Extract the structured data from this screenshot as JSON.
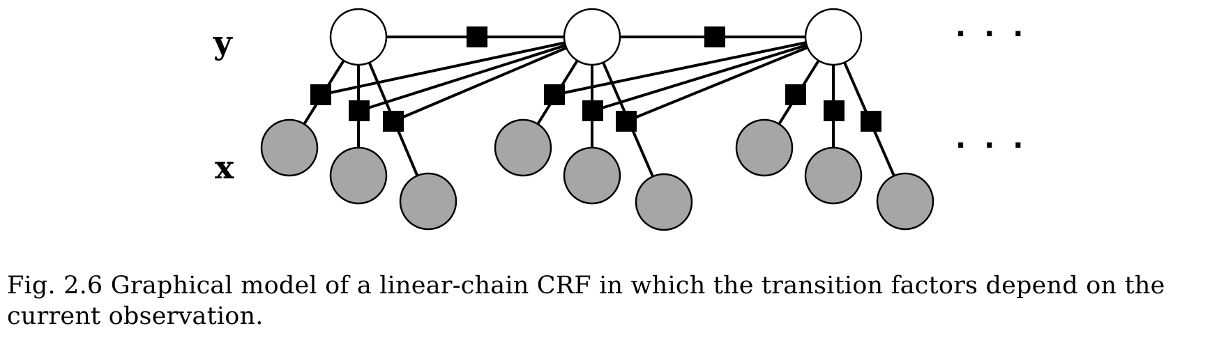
{
  "figure": {
    "row_labels": {
      "y": "y",
      "x": "x"
    },
    "continuation_marks": {
      "top": "· · ·",
      "bottom": "· · ·"
    },
    "colors": {
      "label_node_fill": "#ffffff",
      "observed_node_fill": "#a6a6a6",
      "factor_fill": "#000000",
      "edge_color": "#000000"
    }
  },
  "caption": {
    "label": "Fig. 2.6",
    "text": "Graphical model of a linear-chain CRF in which the transition factors depend on the current observation."
  }
}
